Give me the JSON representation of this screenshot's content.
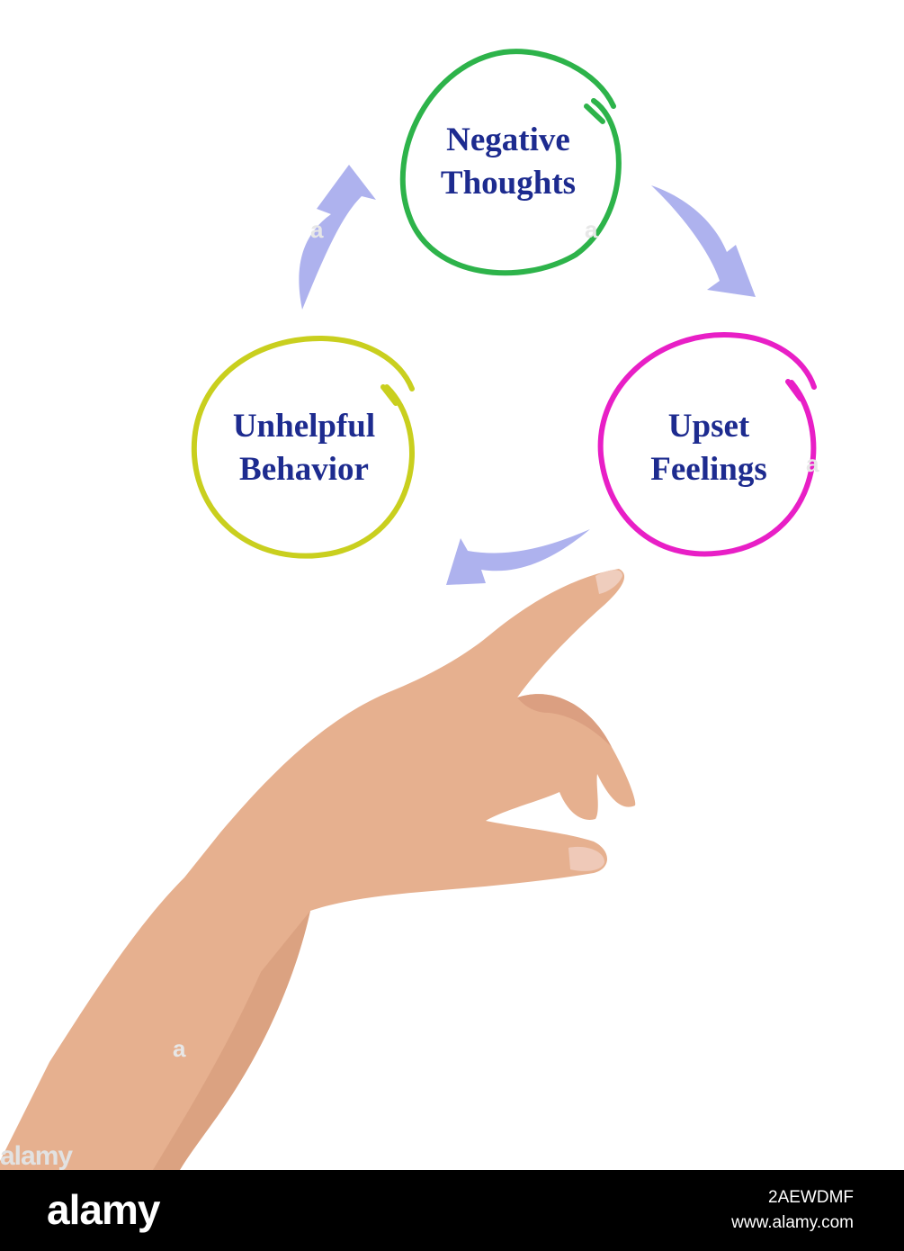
{
  "diagram": {
    "nodes": [
      {
        "lines": [
          "Negative",
          "Thoughts"
        ],
        "ring_color": "#2db34a"
      },
      {
        "lines": [
          "Upset",
          "Feelings"
        ],
        "ring_color": "#e81fc6"
      },
      {
        "lines": [
          "Unhelpful",
          "Behavior"
        ],
        "ring_color": "#c9cf1e"
      }
    ],
    "arrow_color": "#aeb2ee",
    "text_color": "#1d2b8f"
  },
  "photo": {
    "subject": "hand-pointing"
  },
  "watermark": {
    "mark_glyph": "a",
    "word": "alamy"
  },
  "footer": {
    "logo": "alamy",
    "image_id": "2AEWDMF",
    "site": "www.alamy.com"
  }
}
